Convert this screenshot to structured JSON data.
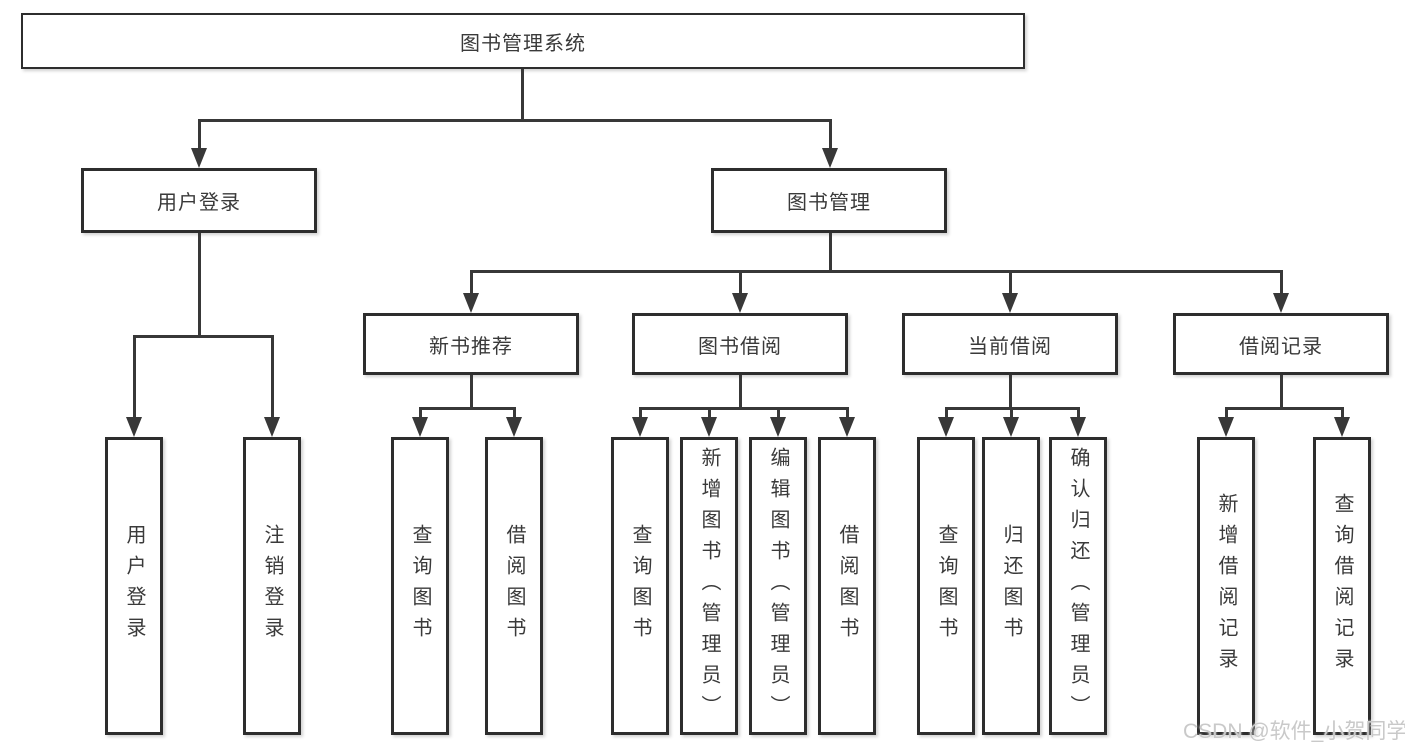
{
  "diagram": {
    "root": {
      "label": "图书管理系统"
    },
    "level2": [
      {
        "label": "用户登录"
      },
      {
        "label": "图书管理"
      }
    ],
    "level3": [
      {
        "label": "新书推荐"
      },
      {
        "label": "图书借阅"
      },
      {
        "label": "当前借阅"
      },
      {
        "label": "借阅记录"
      }
    ],
    "leaves": {
      "user": [
        "用户登录",
        "注销登录"
      ],
      "recommend": [
        "查询图书",
        "借阅图书"
      ],
      "borrow": [
        "查询图书",
        "新增图书（管理员）",
        "编辑图书（管理员）",
        "借阅图书"
      ],
      "current": [
        "查询图书",
        "归还图书",
        "确认归还（管理员）"
      ],
      "records": [
        "新增借阅记录",
        "查询借阅记录"
      ]
    }
  },
  "watermark": {
    "text": "CSDN @软件_小贺同学"
  },
  "colors": {
    "line": "#383838",
    "box_border": "#2d2d2d",
    "text": "#3a3a3a",
    "background": "#ffffff",
    "watermark": "#c9c9c9"
  }
}
